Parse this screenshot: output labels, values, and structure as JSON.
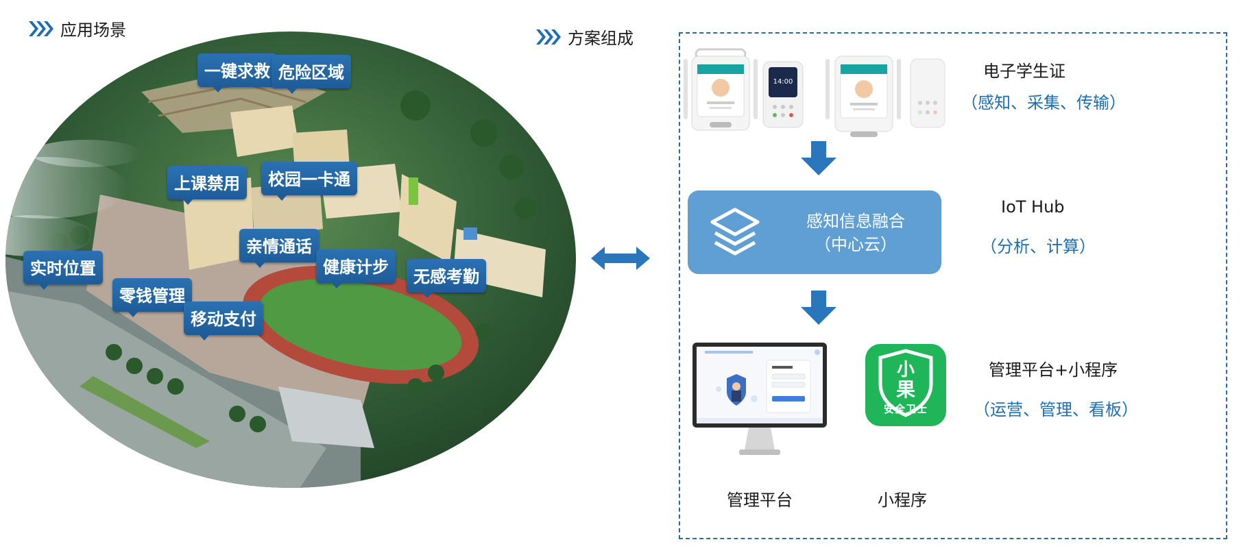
{
  "left_section": {
    "title": "应用场景",
    "tags": [
      "一键求救",
      "危险区域",
      "上课禁用",
      "校园一卡通",
      "亲情通话",
      "实时位置",
      "健康计步",
      "无感考勤",
      "零钱管理",
      "移动支付"
    ]
  },
  "right_section": {
    "title": "方案组成",
    "device_label": "电子学生证",
    "device_sub": "（感知、采集、传输）",
    "hub_title": "感知信息融合",
    "hub_sub": "（中心云）",
    "hub_label": "IoT Hub",
    "hub_label_sub": "（分析、计算）",
    "platform_label": "管理平台+小程序",
    "platform_label_sub": "（运营、管理、看板）",
    "mgmt_caption": "管理平台",
    "mini_caption": "小程序",
    "app_char_top": "小",
    "app_char_bottom": "果",
    "app_name": "安全卫士",
    "screen_clock": "14:00"
  },
  "colors": {
    "accent_blue": "#1d6eb5",
    "hub_blue": "#5f9fd3",
    "tag_blue": "#1e5c98",
    "app_green": "#1fb65a"
  },
  "icons": [
    "chevron-triple-icon",
    "layers-icon",
    "double-arrow-icon",
    "down-arrow-icon"
  ]
}
